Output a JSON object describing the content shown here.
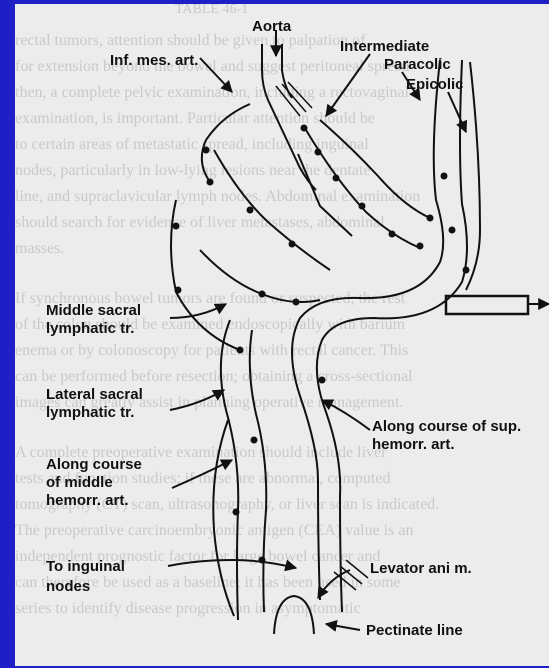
{
  "page_heading": "TABLE 46-1",
  "background_text_lines": [
    "rectal tumors, attention should be given to palpation of",
    "for extension beyond the bowel and suggest peritoneal spread",
    "then, a complete pelvic examination, including a rectovaginal",
    "examination, is important. Particular attention should be",
    "to certain areas of metastatic spread, including inguinal",
    "nodes, particularly in low-lying lesions near the dentate",
    "line, and supraclavicular lymph nodes. Abdominal examination",
    "should search for evidence of liver metastases, abdominal",
    "masses.",
    "If synchronous bowel tumors are found or suspected, the rest",
    "of the colon should be examined endoscopically with barium",
    "enema or by colonoscopy for patients with rectal cancer. This",
    "can be performed before resection; obtaining a cross-sectional",
    "images can greatly assist in planning operative management.",
    "A complete preoperative examination should include liver",
    "tests and function studies; if these are abnormal, computed",
    "tomography (CT) scan, ultrasonography, or liver scan is indicated.",
    "The preoperative carcinoembryonic antigen (CEA) value is an",
    "independent prognostic factor for large bowel cancer and",
    "can therefore be used as a baseline; it has been used in some",
    "series to identify disease progression in asymptomatic"
  ],
  "labels": {
    "aorta": "Aorta",
    "inf_mes_art": "Inf. mes. art.",
    "intermediate": "Intermediate",
    "paracolic": "Paracolic",
    "epicolic": "Epicolic",
    "middle_sacral_1": "Middle sacral",
    "middle_sacral_2": "lymphatic tr.",
    "lateral_sacral_1": "Lateral sacral",
    "lateral_sacral_2": "lymphatic tr.",
    "along_middle_1": "Along course",
    "along_middle_2": "of middle",
    "along_middle_3": "hemorr. art.",
    "along_sup_1": "Along course of sup.",
    "along_sup_2": "hemorr. art.",
    "levator": "Levator ani m.",
    "to_inguinal_1": "To inguinal",
    "to_inguinal_2": "nodes",
    "pectinate": "Pectinate line"
  },
  "colors": {
    "slide_background": "#1f1fc8",
    "page_background": "#ececec",
    "ink": "#111111",
    "faded_text": "#c9c9c9"
  }
}
